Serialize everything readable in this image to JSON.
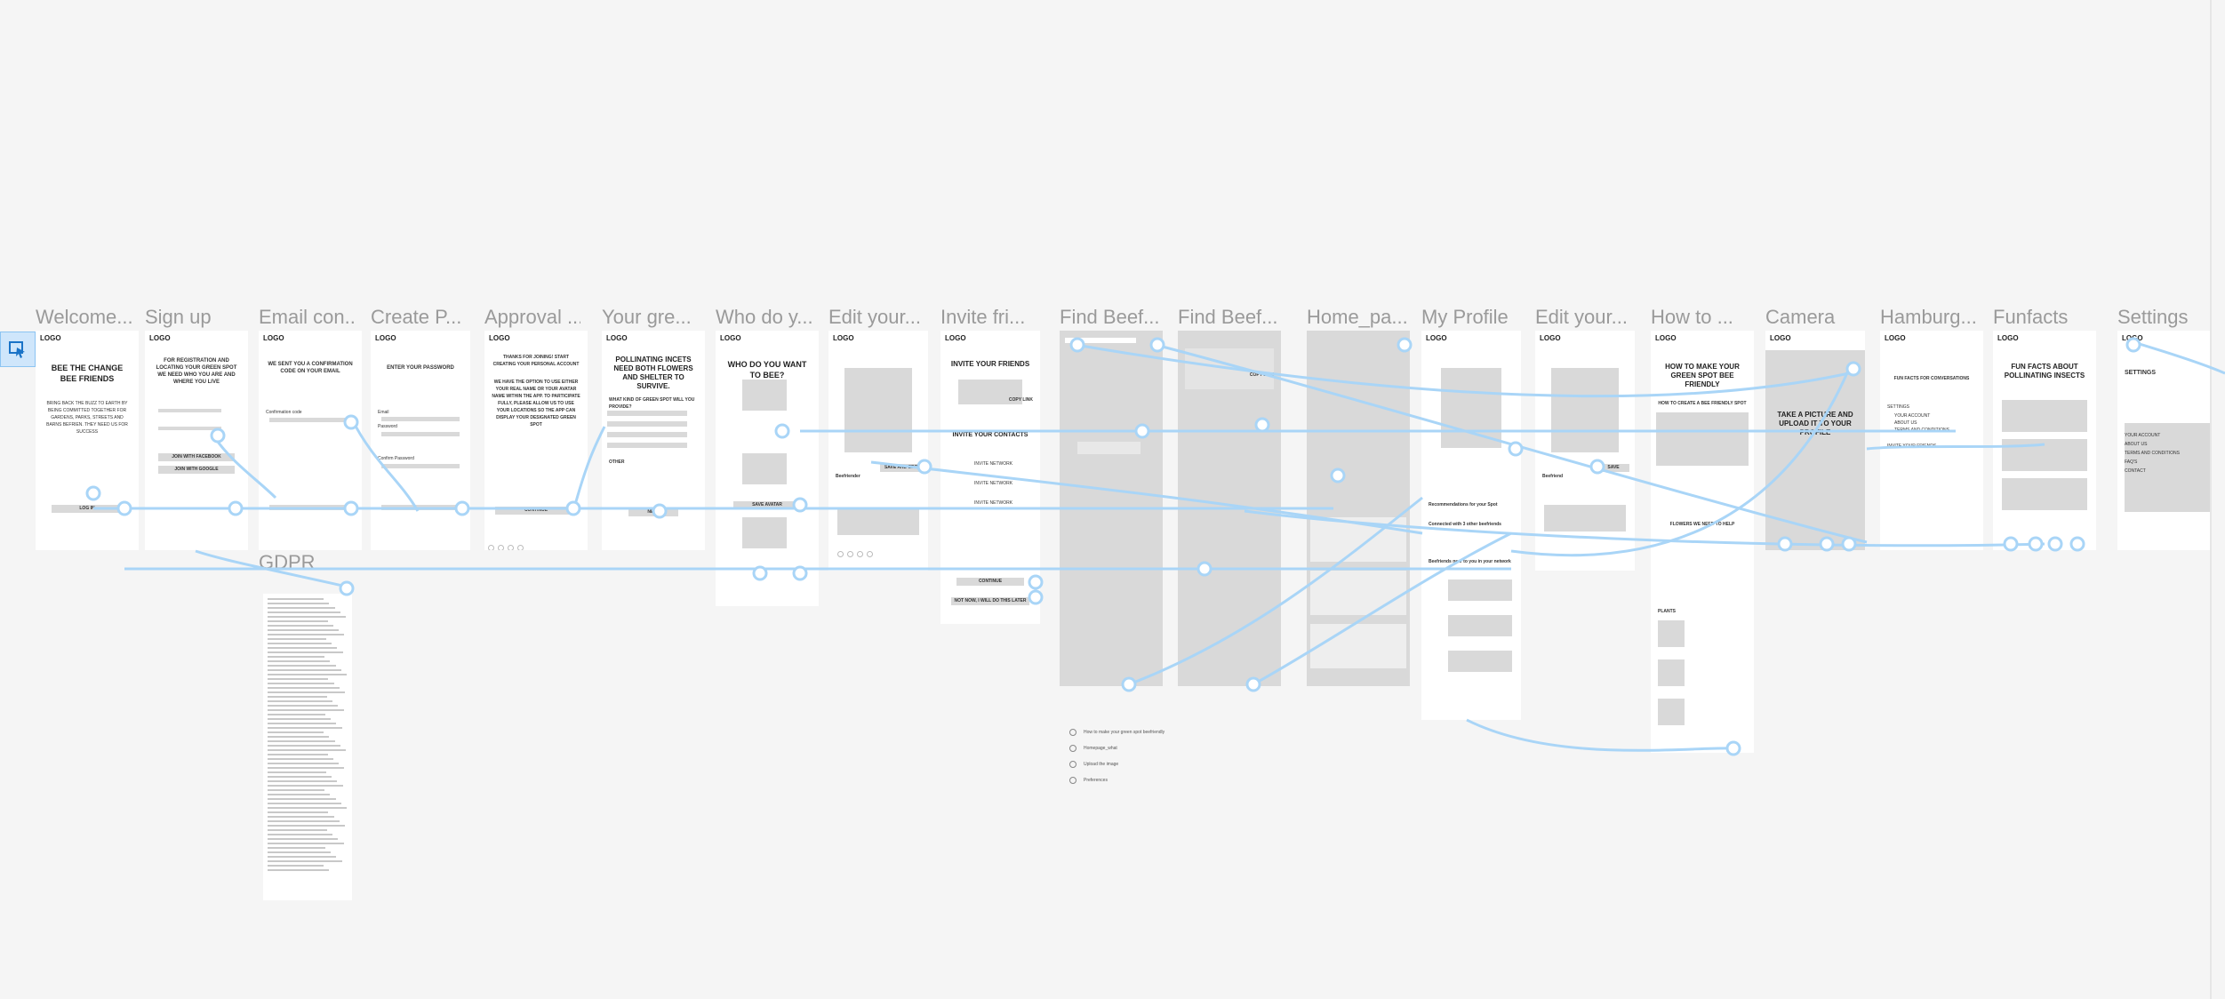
{
  "canvas": {
    "frame_titles": [
      "Welcome...",
      "Sign up",
      "Email con...",
      "Create P...",
      "Approval ...",
      "Your gre...",
      "Who do y...",
      "Edit your...",
      "Invite fri...",
      "Find Beef...",
      "Find Beef...",
      "Home_pa...",
      "My Profile",
      "Edit your...",
      "How to ...",
      "Camera",
      "Hamburg...",
      "Funfacts",
      "Settings"
    ],
    "gdpr_title": "GDPR"
  },
  "frames": {
    "welcome": {
      "logo": "LOGO",
      "heading": "BEE THE CHANGE\nBEE FRIENDS",
      "body": "BRING BACK THE BUZZ TO EARTH BY BEING COMMITTED TOGETHER FOR GARDENS, PARKS, STREETS AND BARNS BEFRIEN. THEY NEED US FOR SUCCESS",
      "btn": "LOG IN"
    },
    "signup": {
      "logo": "LOGO",
      "heading": "FOR REGISTRATION AND LOCATING YOUR GREEN SPOT WE NEED WHO YOU ARE AND WHERE YOU LIVE",
      "btn1": "JOIN WITH FACEBOOK",
      "btn2": "JOIN WITH GOOGLE"
    },
    "email": {
      "logo": "LOGO",
      "heading": "WE SENT YOU A CONFIRMATION CODE ON YOUR EMAIL",
      "field": "Confirmation code"
    },
    "password": {
      "logo": "LOGO",
      "heading": "ENTER YOUR PASSWORD",
      "field1": "Email",
      "field2": "Password",
      "field3": "Confirm Password"
    },
    "approval": {
      "logo": "LOGO",
      "heading": "THANKS FOR JOINING! START CREATING YOUR PERSONAL ACCOUNT",
      "body": "WE HAVE THE OPTION TO USE EITHER YOUR REAL NAME OR YOUR AVATAR NAME WITHIN THE APP. TO PARTICIPATE FULLY, PLEASE ALLOW US TO USE YOUR LOCATIONS SO THE APP CAN DISPLAY YOUR DESIGNATED GREEN SPOT",
      "btn": "CONTINUE"
    },
    "green": {
      "logo": "LOGO",
      "heading": "POLLINATING INCETS NEED BOTH FLOWERS AND SHELTER TO SURVIVE.",
      "body": "WHAT KIND OF GREEN SPOT WILL YOU PROVIDE?",
      "other": "OTHER",
      "btn": "NEXT"
    },
    "who": {
      "logo": "LOGO",
      "heading": "WHO DO YOU WANT TO BEE?",
      "btn": "SAVE AVATAR"
    },
    "edit1": {
      "logo": "LOGO",
      "label": "Beefriender",
      "btn": "SAVE AND EDIT"
    },
    "invite": {
      "logo": "LOGO",
      "heading": "INVITE YOUR FRIENDS",
      "copy": "COPY LINK",
      "heading2": "INVITE YOUR CONTACTS",
      "item": "INVITE NETWORK",
      "btn1": "CONTINUE",
      "btn2": "NOT NOW, I WILL DO THIS LATER"
    },
    "find2": {
      "copy": "COPY LINK"
    },
    "profile": {
      "logo": "LOGO",
      "rec": "Recommendations for your Spot",
      "conn": "Connected with 3 other beefriends",
      "net": "Beefriends near to you in your network"
    },
    "edit2": {
      "logo": "LOGO",
      "label": "Beefriend",
      "btn": "SAVE"
    },
    "howto": {
      "logo": "LOGO",
      "heading": "HOW TO MAKE YOUR GREEN SPOT BEE FRIENDLY",
      "sub": "HOW TO CREATE A BEE FRIENDLY SPOT",
      "help": "FLOWERS WE NEED TO HELP",
      "plants": "PLANTS"
    },
    "camera": {
      "logo": "LOGO",
      "heading": "TAKE A PICTURE AND UPLOAD IT TO YOUR PROFILE"
    },
    "hamburger": {
      "logo": "LOGO",
      "heading": "FUN FACTS FOR CONVERSATIONS",
      "menu": [
        "SETTINGS",
        "YOUR ACCOUNT",
        "ABOUT US",
        "TERMS AND CONDITIONS",
        "INVITE YOUR FRIENDS"
      ]
    },
    "funfacts": {
      "logo": "LOGO",
      "heading": "FUN FACTS ABOUT POLLINATING INSECTS"
    },
    "settings": {
      "logo": "LOGO",
      "heading": "SETTINGS",
      "menu": [
        "YOUR ACCOUNT",
        "ABOUT US",
        "TERMS AND CONDITIONS",
        "FAQ'S",
        "CONTACT"
      ]
    }
  },
  "legend": [
    "How to make your green spot beefriendly",
    "Homepage_what",
    "Upload the image",
    "Preferences"
  ],
  "colors": {
    "connector": "#a9d5f7",
    "frame_bg": "#ffffff",
    "canvas_bg": "#f5f5f5",
    "placeholder": "#d9d9d9"
  }
}
